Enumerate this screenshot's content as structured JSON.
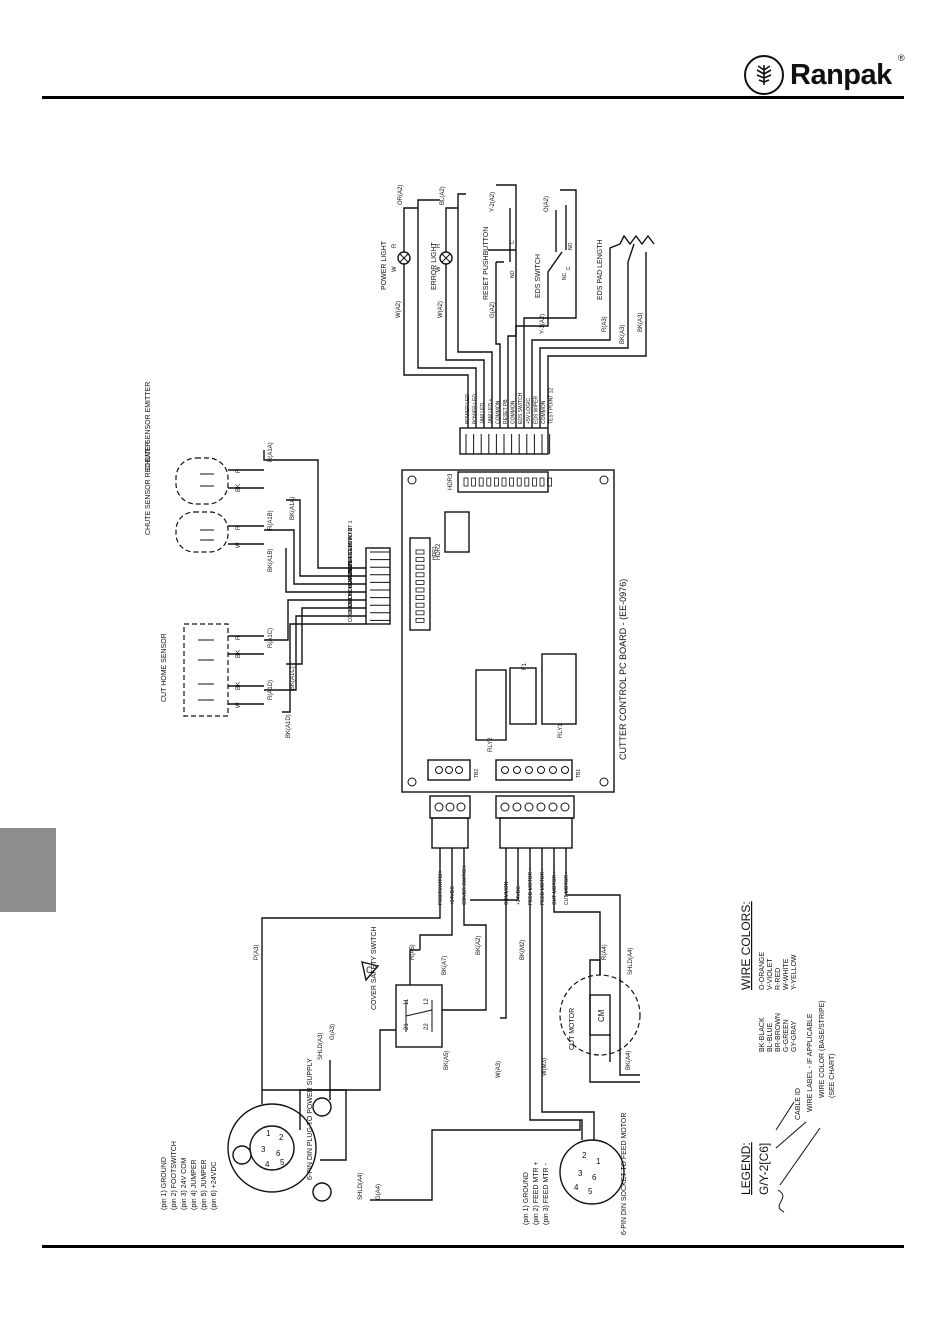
{
  "header": {
    "brand": "Ranpak",
    "registered": "®"
  },
  "board": {
    "title": "CUTTER CONTROL PC BOARD - (EE-0976)",
    "connector_hdr2": "HDR2",
    "connector_hdr3": "HDR3",
    "hdr1": "HDR1",
    "relay1": "RLY1",
    "relay2": "RLY2",
    "f1": "F1",
    "tb1": "TB1",
    "tb2": "TB2"
  },
  "hdr3_labels": [
    "POWER LED",
    "POWER LED",
    "JAM LED",
    "JAM LED +",
    "COMMON",
    "RESET PB",
    "COMMON",
    "EDS SWITCH",
    "+5V LOGIC",
    "EDS WIPER",
    "COMMON",
    "TEST POINT 12"
  ],
  "hdr2_labels": [
    "TEST POINT 1",
    "TEST POINT 2",
    "CHUTE-EMTR",
    "CHUTE-RCVR",
    "COMMON",
    "COMMON",
    "CUT HOME-EMTR",
    "CUT HOME-RCVR",
    "COMMON",
    "COMMON"
  ],
  "tb1_labels": [
    "COMMON",
    "+24VDC",
    "FEED MOTOR +",
    "FEED MOTOR -",
    "CUT MOTOR +",
    "CUT MOTOR -"
  ],
  "tb2_labels": [
    "FOOTSWITCH",
    "+24VDC",
    "COVER SWITCH"
  ],
  "top_devices": {
    "power_light": "POWER LIGHT",
    "error_light": "ERROR LIGHT",
    "reset_pushbutton": "RESET PUSHBUTTON",
    "eds_switch": "EDS SWITCH",
    "eds_pad_length": "EDS PAD LENGTH",
    "wires": [
      "W(A2)",
      "OR(A2)",
      "W(A2)",
      "BL(A2)",
      "G(A2)",
      "Y-2(A2)",
      "Y-1(A2)",
      "O(A2)",
      "R(A3)",
      "BK(A3)",
      "BK(A3)"
    ],
    "contacts": [
      "W",
      "R",
      "W",
      "R",
      "NO",
      "C",
      "NC",
      "C",
      "NO"
    ]
  },
  "sensors": {
    "chute_receiver": "CHUTE SENSOR RECEIVER",
    "chute_emitter": "CHUTE SENSOR EMITTER",
    "cut_home": "CUT HOME SENSOR",
    "wires": [
      "R(A1A)",
      "BK(A1A)",
      "R(A1B)",
      "BK(A1B)",
      "R(A1C)",
      "BK(A1C)",
      "R(A1D)",
      "BK(A1D)"
    ],
    "pin_letters": [
      "W",
      "BK",
      "R"
    ]
  },
  "power_plug": {
    "title": "6-PIN DIN PLUG TO POWER SUPPLY",
    "pins": [
      "(pin 1) GROUND",
      "(pin 2) FOOTSWITCH",
      "(pin 3) 24V COM",
      "(pin 4) JUMPER",
      "(pin 5) JUMPER",
      "(pin 6) +24VDC"
    ]
  },
  "feed_socket": {
    "title": "6-PIN DIN SOCKET TO FEED MOTOR",
    "pins": [
      "(pin 1) GROUND",
      "(pin 2) FEED MTR +",
      "(pin 3) FEED MTR -"
    ]
  },
  "cover_switch": {
    "title": "COVER SAFETY SWITCH",
    "symbol": "C"
  },
  "cut_motor": {
    "title": "CUT MOTOR",
    "symbol": "CM"
  },
  "lower_wires": [
    "P(A3)",
    "SHLD(A3)",
    "G(A3)",
    "SHLD(A4)",
    "G(A4)",
    "R(A5)",
    "BK(A5)",
    "BK(A7)",
    "BK(A2)",
    "W(A3)",
    "BK(M2)",
    "W(M3)",
    "R(A4)",
    "SHLD(A4)",
    "BK(A4)"
  ],
  "wire_colors": {
    "title": "WIRE COLORS:",
    "left": [
      "BK-BLACK",
      "BL-BLUE",
      "BR-BROWN",
      "G-GREEN",
      "GY-GRAY"
    ],
    "right": [
      "O-ORANGE",
      "V-VIOLET",
      "R-RED",
      "W-WHITE",
      "Y-YELLOW"
    ]
  },
  "legend": {
    "title": "LEGEND:",
    "sample": "G/Y-2[C6]",
    "notes": [
      "CABLE ID",
      "WIRE LABEL - IF APPLICABLE",
      "WIRE COLOR (BASE/STRIPE)",
      "(SEE CHART)"
    ]
  }
}
